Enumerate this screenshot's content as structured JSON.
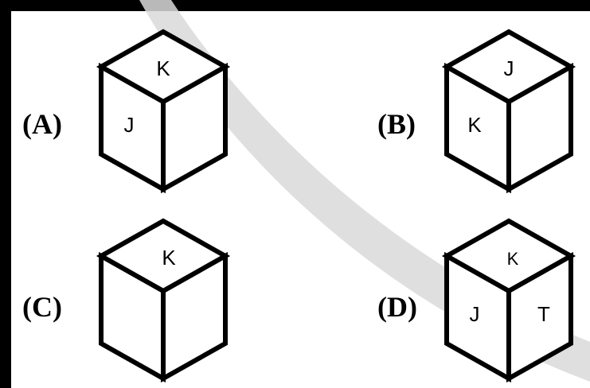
{
  "options": [
    {
      "id": "A",
      "label": "(A)",
      "faces": {
        "top": "K",
        "left": "J",
        "right": ""
      }
    },
    {
      "id": "B",
      "label": "(B)",
      "faces": {
        "top": "J",
        "left": "K",
        "right": ""
      }
    },
    {
      "id": "C",
      "label": "(C)",
      "faces": {
        "top": "K",
        "left": "",
        "right": ""
      }
    },
    {
      "id": "D",
      "label": "(D)",
      "faces": {
        "top": "K",
        "left": "J",
        "right": "T"
      }
    }
  ],
  "colors": {
    "background": "#000000",
    "panel": "#ffffff",
    "ink": "#000000",
    "watermark": "#d9d9d9"
  }
}
